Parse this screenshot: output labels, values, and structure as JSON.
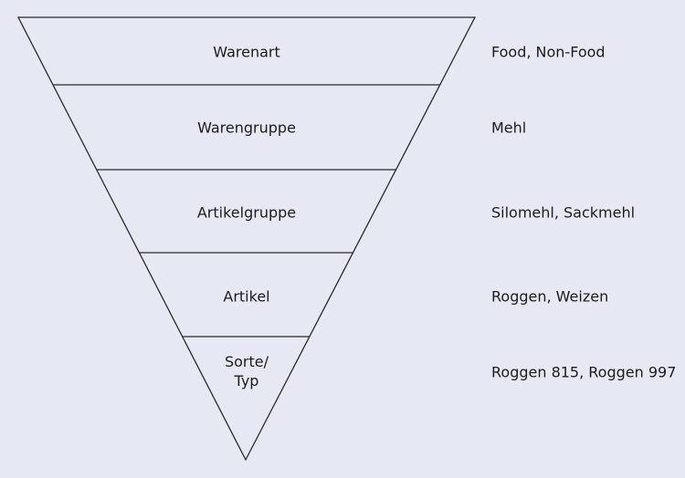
{
  "levels": [
    {
      "name": "Warenart",
      "example": "Food, Non-Food"
    },
    {
      "name": "Warengruppe",
      "example": "Mehl"
    },
    {
      "name": "Artikelgruppe",
      "example": "Silomehl, Sackmehl"
    },
    {
      "name": "Artikel",
      "example": "Roggen, Weizen"
    },
    {
      "name": "Sorte/\nTyp",
      "example": "Roggen 815, Roggen 997"
    }
  ],
  "colors": {
    "background": "#e6e9f3",
    "stroke": "#2a2a2a",
    "text": "#1c1c1c"
  }
}
